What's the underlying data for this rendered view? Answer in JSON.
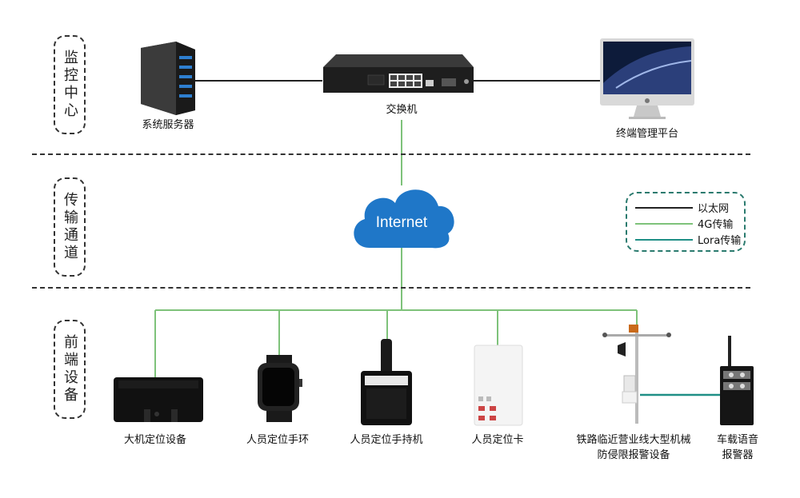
{
  "layers": {
    "monitor": "监控中心",
    "transport": "传输通道",
    "frontend": "前端设备"
  },
  "devices": {
    "server": "系统服务器",
    "switch": "交换机",
    "platform": "终端管理平台",
    "cloud": "Internet",
    "large_machine": "大机定位设备",
    "wristband": "人员定位手环",
    "handheld": "人员定位手持机",
    "card": "人员定位卡",
    "railway_line1": "铁路临近营业线大型机械",
    "railway_line2": "防侵限报警设备",
    "vehicle_line1": "车载语音",
    "vehicle_line2": "报警器"
  },
  "legend": {
    "ethernet": "以太网",
    "g4": "4G传输",
    "lora": "Lora传输"
  },
  "colors": {
    "ethernet": "#222222",
    "g4": "#7ec27a",
    "lora": "#1f8f86",
    "cloud": "#1f77c8"
  }
}
